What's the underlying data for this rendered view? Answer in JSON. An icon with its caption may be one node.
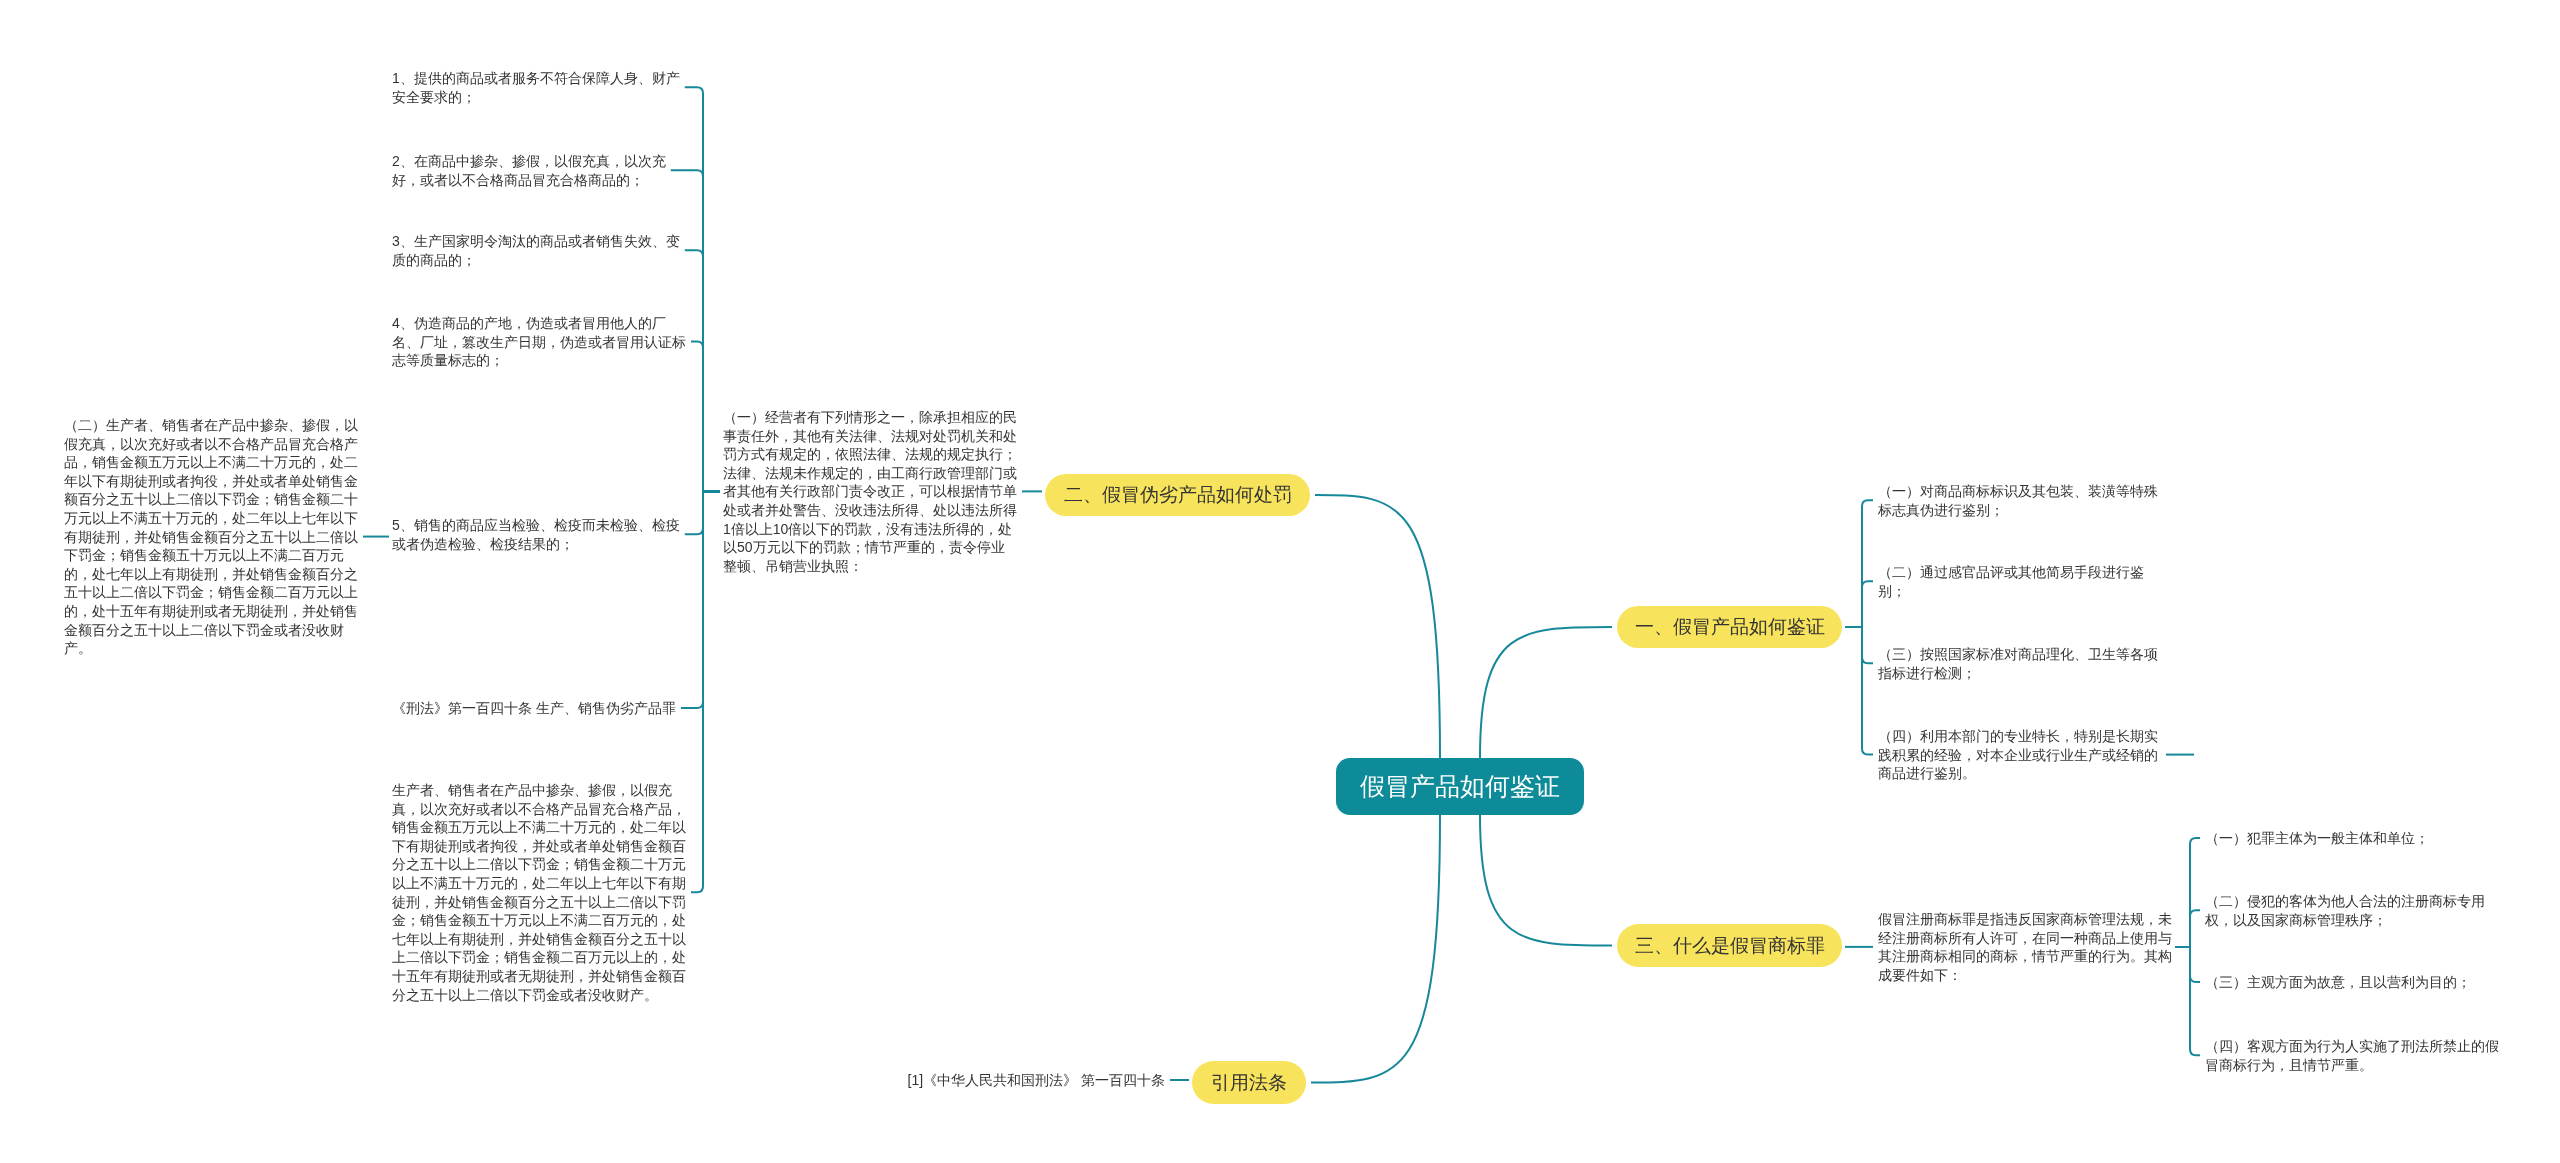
{
  "diagram": {
    "nodes": [
      {
        "text": [
          "假冒产品如何鉴证"
        ]
      },
      {
        "text": [
          "一、假冒产品如何鉴证"
        ]
      },
      {
        "text": [
          "二、假冒伪劣产品如何处罚"
        ]
      },
      {
        "text": [
          "三、什么是假冒商标罪"
        ]
      },
      {
        "text": [
          "引用法条"
        ]
      },
      {
        "text": [
          "（一）对商品商标标识及其包装、装潢等特殊标志真伪进行鉴别；"
        ]
      },
      {
        "text": [
          "（二）通过感官品评或其他简易手段进行鉴别；"
        ]
      },
      {
        "text": [
          "（三）按照国家标准对商品理化、卫生等各项指标进行检测；"
        ]
      },
      {
        "text": [
          "（四）利用本部门的专业特长，特别是长期实践积累的经验，对本企业或行业生产或经销的商品进行鉴别。"
        ]
      },
      {
        "text": [
          "（一）经营者有下列情形之一，除承担相应的民事责任外，其他有关法律、法规对处罚机关和处罚方式有规定的，依照法律、法规的规定执行；法律、法规未作规定的，由工商行政管理部门或者其他有关行政部门责令改正，可以根据情节单处或者并处警告、没收违法所得、处以违法所得1倍以上10倍以下的罚款，没有违法所得的，处以50万元以下的罚款；情节严重的，责令停业整顿、吊销营业执照："
        ]
      },
      {
        "text": [
          "1、提供的商品或者服务不符合保障人身、财产安全要求的；"
        ]
      },
      {
        "text": [
          "2、在商品中掺杂、掺假，以假充真，以次充好，或者以不合格商品冒充合格商品的；"
        ]
      },
      {
        "text": [
          "3、生产国家明令淘汰的商品或者销售失效、变质的商品的；"
        ]
      },
      {
        "text": [
          "4、伪造商品的产地，伪造或者冒用他人的厂名、厂址，篡改生产日期，伪造或者冒用认证标志等质量标志的；"
        ]
      },
      {
        "text": [
          "5、销售的商品应当检验、检疫而未检验、检疫或者伪造检验、检疫结果的；"
        ]
      },
      {
        "text": [
          "《刑法》第一百四十条 生产、销售伪劣产品罪"
        ]
      },
      {
        "text": [
          "生产者、销售者在产品中掺杂、掺假，以假充真，以次充好或者以不合格产品冒充合格产品，销售金额五万元以上不满二十万元的，处二年以下有期徒刑或者拘役，并处或者单处销售金额百分之五十以上二倍以下罚金；销售金额二十万元以上不满五十万元的，处二年以上七年以下有期徒刑，并处销售金额百分之五十以上二倍以下罚金；销售金额五十万元以上不满二百万元的，处七年以上有期徒刑，并处销售金额百分之五十以上二倍以下罚金；销售金额二百万元以上的，处十五年有期徒刑或者无期徒刑，并处销售金额百分之五十以上二倍以下罚金或者没收财产。"
        ]
      },
      {
        "text": [
          "（二）生产者、销售者在产品中掺杂、掺假，以假充真，以次充好或者以不合格产品冒充合格产品，销售金额五万元以上不满二十万元的，处二年以下有期徒刑或者拘役，并处或者单处销售金额百分之五十以上二倍以下罚金；销售金额二十万元以上不满五十万元的，处二年以上七年以下有期徒刑，并处销售金额百分之五十以上二倍以下罚金；销售金额五十万元以上不满二百万元的，处七年以上有期徒刑，并处销售金额百分之五十以上二倍以下罚金；销售金额二百万元以上的，处十五年有期徒刑或者无期徒刑，并处销售金额百分之五十以上二倍以下罚金或者没收财产。"
        ]
      },
      {
        "text": [
          "假冒注册商标罪是指违反国家商标管理法规，未经注册商标所有人许可，在同一种商品上使用与其注册商标相同的商标，情节严重的行为。其构成要件如下："
        ]
      },
      {
        "text": [
          "（一）犯罪主体为一般主体和单位；"
        ]
      },
      {
        "text": [
          "（二）侵犯的客体为他人合法的注册商标专用权，以及国家商标管理秩序；"
        ]
      },
      {
        "text": [
          "（三）主观方面为故意，且以营利为目的；"
        ]
      },
      {
        "text": [
          "（四）客观方面为行为人实施了刑法所禁止的假冒商标行为，且情节严重。"
        ]
      },
      {
        "text": [
          "[1]《中华人民共和国刑法》 第一百四十条"
        ]
      }
    ],
    "edges": [
      {
        "from": 0,
        "to": 1,
        "arrow": "none"
      },
      {
        "from": 0,
        "to": 2,
        "arrow": "none"
      },
      {
        "from": 0,
        "to": 3,
        "arrow": "none"
      },
      {
        "from": 0,
        "to": 4,
        "arrow": "none"
      },
      {
        "from": 1,
        "to": 5,
        "arrow": "none"
      },
      {
        "from": 1,
        "to": 6,
        "arrow": "none"
      },
      {
        "from": 1,
        "to": 7,
        "arrow": "none"
      },
      {
        "from": 1,
        "to": 8,
        "arrow": "none"
      },
      {
        "from": 2,
        "to": 9,
        "arrow": "none"
      },
      {
        "from": 9,
        "to": 10,
        "arrow": "none"
      },
      {
        "from": 9,
        "to": 11,
        "arrow": "none"
      },
      {
        "from": 9,
        "to": 12,
        "arrow": "none"
      },
      {
        "from": 9,
        "to": 13,
        "arrow": "none"
      },
      {
        "from": 9,
        "to": 14,
        "arrow": "none"
      },
      {
        "from": 9,
        "to": 15,
        "arrow": "none"
      },
      {
        "from": 9,
        "to": 16,
        "arrow": "none"
      },
      {
        "from": 14,
        "to": 17,
        "arrow": "none"
      },
      {
        "from": 3,
        "to": 18,
        "arrow": "none"
      },
      {
        "from": 18,
        "to": 19,
        "arrow": "none"
      },
      {
        "from": 18,
        "to": 20,
        "arrow": "none"
      },
      {
        "from": 18,
        "to": 21,
        "arrow": "none"
      },
      {
        "from": 18,
        "to": 22,
        "arrow": "none"
      },
      {
        "from": 4,
        "to": 23,
        "arrow": "none"
      }
    ]
  }
}
